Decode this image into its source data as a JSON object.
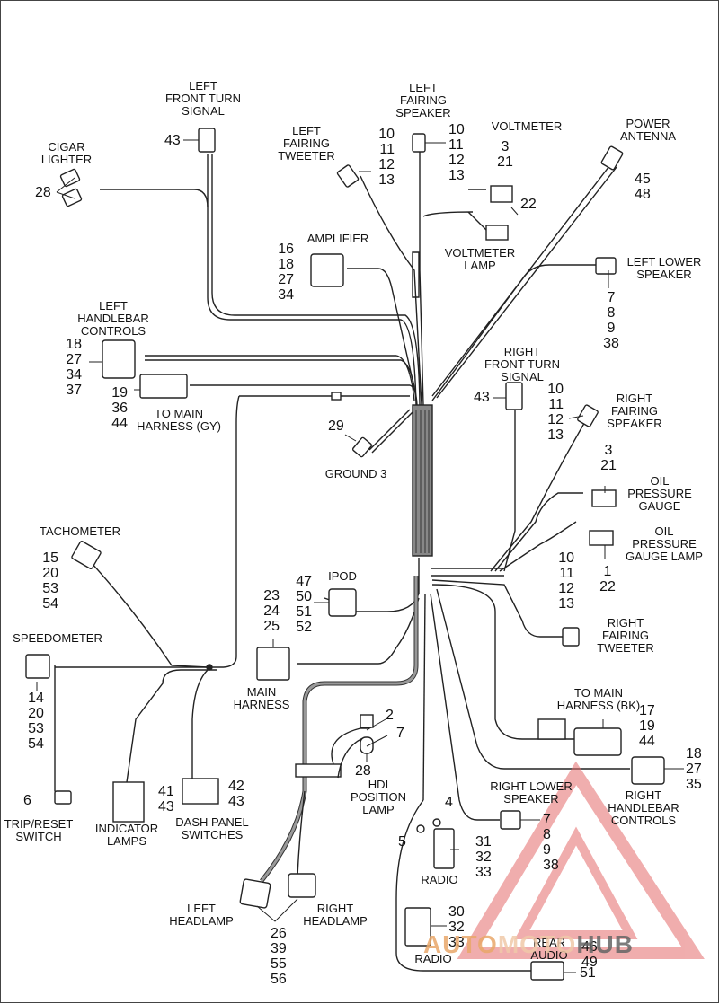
{
  "labels": {
    "cigar_lighter": "CIGAR\nLIGHTER",
    "left_front_turn_signal": "LEFT\nFRONT TURN\nSIGNAL",
    "left_fairing_tweeter": "LEFT\nFAIRING\nTWEETER",
    "left_fairing_speaker": "LEFT\nFAIRING\nSPEAKER",
    "voltmeter": "VOLTMETER",
    "power_antenna": "POWER\nANTENNA",
    "amplifier": "AMPLIFIER",
    "voltmeter_lamp": "VOLTMETER\nLAMP",
    "left_lower_speaker": "LEFT LOWER\nSPEAKER",
    "left_handlebar_controls": "LEFT\nHANDLEBAR\nCONTROLS",
    "right_front_turn_signal": "RIGHT\nFRONT TURN\nSIGNAL",
    "to_main_harness_gy": "TO MAIN\nHARNESS (GY)",
    "right_fairing_speaker": "RIGHT\nFAIRING\nSPEAKER",
    "ground_3": "GROUND 3",
    "oil_pressure_gauge": "OIL\nPRESSURE\nGAUGE",
    "tachometer": "TACHOMETER",
    "oil_pressure_gauge_lamp": "OIL\nPRESSURE\nGAUGE LAMP",
    "ipod": "IPOD",
    "speedometer": "SPEEDOMETER",
    "right_fairing_tweeter": "RIGHT\nFAIRING\nTWEETER",
    "main_harness": "MAIN\nHARNESS",
    "to_main_harness_bk": "TO MAIN\nHARNESS (BK)",
    "hdi_position_lamp": "HDI\nPOSITION\nLAMP",
    "right_lower_speaker": "RIGHT LOWER\nSPEAKER",
    "right_handlebar_controls": "RIGHT\nHANDLEBAR\nCONTROLS",
    "trip_reset_switch": "TRIP/RESET\nSWITCH",
    "indicator_lamps": "INDICATOR\nLAMPS",
    "dash_panel_switches": "DASH PANEL\nSWITCHES",
    "radio_upper": "RADIO",
    "left_headlamp": "LEFT\nHEADLAMP",
    "right_headlamp": "RIGHT\nHEADLAMP",
    "radio_lower": "RADIO",
    "rear_audio": "REAR\nAUDIO"
  },
  "callouts": {
    "cigar_lighter": "28",
    "left_front_turn_signal": "43",
    "left_fairing_tweeter": "10\n11\n12\n13",
    "left_fairing_speaker": "10\n11\n12\n13",
    "voltmeter": "3\n21",
    "voltmeter_lamp": "22",
    "power_antenna": "45\n48",
    "amplifier": "16\n18\n27\n34",
    "left_lower_speaker": "7\n8\n9\n38",
    "left_handlebar_controls": "18\n27\n34\n37",
    "to_main_harness_gy": "19\n36\n44",
    "right_front_turn_signal": "43",
    "right_fairing_speaker": "10\n11\n12\n13",
    "ground_3": "29",
    "oil_pressure_gauge": "3\n21",
    "tachometer": "15\n20\n53\n54",
    "oil_pressure_gauge_lamp": "1\n22",
    "right_fairing_tweeter": "10\n11\n12\n13",
    "ipod": "47\n50\n51\n52",
    "main_harness": "23\n24\n25",
    "speedometer": "14\n20\n53\n54",
    "to_main_harness_bk": "17\n19\n44",
    "hdi_bulb_a": "2",
    "hdi_bulb_b": "7",
    "hdi_position_lamp": "28",
    "right_handlebar_controls": "18\n27\n35",
    "trip_reset_switch": "6",
    "indicator_lamps": "41\n43",
    "dash_panel_switches": "42\n43",
    "right_lower_speaker": "7\n8\n9\n38",
    "radio_ground_4": "4",
    "radio_ground_5": "5",
    "radio_upper": "31\n32\n33",
    "headlamps": "26\n39\n55\n56",
    "radio_lower": "30\n32\n33",
    "rear_audio": "46\n49",
    "rear_audio_51": "51"
  },
  "watermark": {
    "part1": "AUTO",
    "part2": "MOTO",
    "part3": "HUB"
  }
}
